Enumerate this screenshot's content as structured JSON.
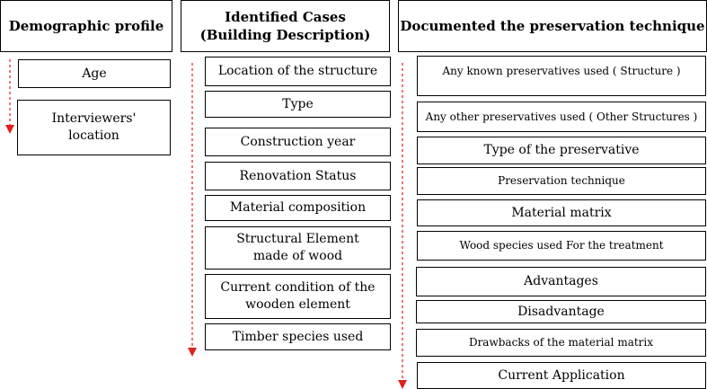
{
  "columns": [
    {
      "id": "demographic",
      "header": "Demographic profile",
      "items": [
        "Age",
        "Interviewers' location"
      ]
    },
    {
      "id": "cases",
      "header": "Identified Cases (Building Description)",
      "items": [
        "Location of the structure",
        "Type",
        "Construction year",
        "Renovation Status",
        "Material composition",
        "Structural Element made of wood",
        "Current condition of the wooden element",
        "Timber species used"
      ]
    },
    {
      "id": "preservation",
      "header": "Documented  the  preservation technique",
      "items": [
        "Any known preservatives used  ( Structure )",
        "Any other preservatives used  ( Other Structures )",
        "Type of the preservative",
        "Preservation technique",
        "Material matrix",
        "Wood species used For the treatment",
        "Advantages",
        "Disadvantage",
        "Drawbacks of the material matrix",
        "Current Application"
      ]
    }
  ],
  "colors": {
    "arrow": "#e0201c",
    "border": "#000000"
  }
}
